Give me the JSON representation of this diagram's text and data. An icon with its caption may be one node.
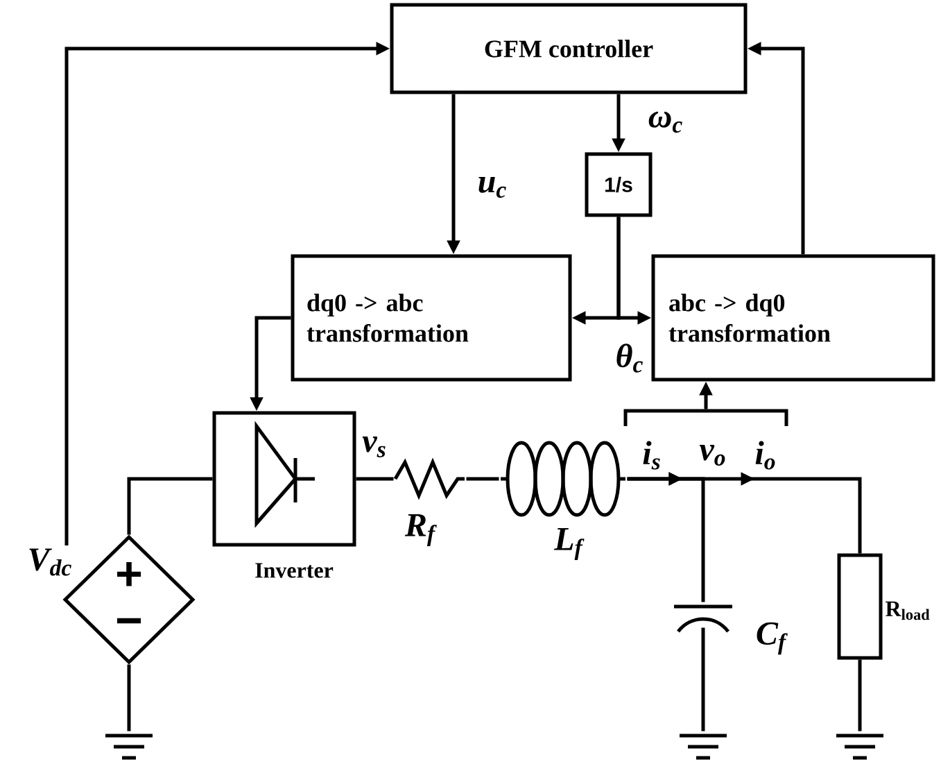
{
  "diagram": {
    "nodes": [
      {
        "text": [
          "GFM controller"
        ]
      },
      {
        "text": [
          "1/s"
        ]
      },
      {
        "text": [
          "dq0 -> abc transformation"
        ]
      },
      {
        "text": [
          "abc -> dq0 transformation"
        ]
      },
      {
        "text": [],
        "shape": "bar"
      },
      {
        "text": [
          "Inverter"
        ]
      },
      {
        "text": [
          "R$_{f}$"
        ]
      },
      {
        "text": [
          "L$_{f}$"
        ]
      },
      {
        "text": [
          "V$_{dc}$"
        ]
      },
      {
        "text": [
          "+",
          "−"
        ]
      },
      {
        "text": [
          "C$_{f}$"
        ]
      },
      {
        "text": [
          "R$_{load}$"
        ]
      },
      {
        "text": [],
        "shape": "ground"
      },
      {
        "text": [],
        "shape": "ground"
      },
      {
        "text": [],
        "shape": "ground"
      }
    ],
    "edges": [
      {
        "from": 8,
        "to": 0,
        "arrow": "to"
      },
      {
        "from": 0,
        "to": 2,
        "arrow": "to",
        "label": "u$_{c}$"
      },
      {
        "from": 0,
        "to": 1,
        "arrow": "to",
        "label": "ω$_{c}$"
      },
      {
        "from": 1,
        "to": 2,
        "arrow": "to",
        "label": "θ$_{c}$"
      },
      {
        "from": 1,
        "to": 3,
        "arrow": "to"
      },
      {
        "from": 3,
        "to": 0,
        "arrow": "to"
      },
      {
        "from": 2,
        "to": 5,
        "arrow": "to"
      },
      {
        "from": 4,
        "to": 3,
        "arrow": "to"
      },
      {
        "from": 9,
        "to": 5,
        "arrow": "none"
      },
      {
        "from": 5,
        "to": 6,
        "arrow": "none"
      },
      {
        "from": 6,
        "to": 7,
        "arrow": "none"
      },
      {
        "from": 7,
        "to": 10,
        "arrow": "to"
      },
      {
        "from": 7,
        "to": 11,
        "arrow": "to"
      },
      {
        "from": 9,
        "to": 12,
        "arrow": "none"
      },
      {
        "from": 10,
        "to": 13,
        "arrow": "none"
      },
      {
        "from": 11,
        "to": 14,
        "arrow": "none"
      }
    ],
    "labels": [
      "v$_{s}$",
      "i$_{s}$",
      "v$_{o}$",
      "i$_{o}$"
    ]
  }
}
